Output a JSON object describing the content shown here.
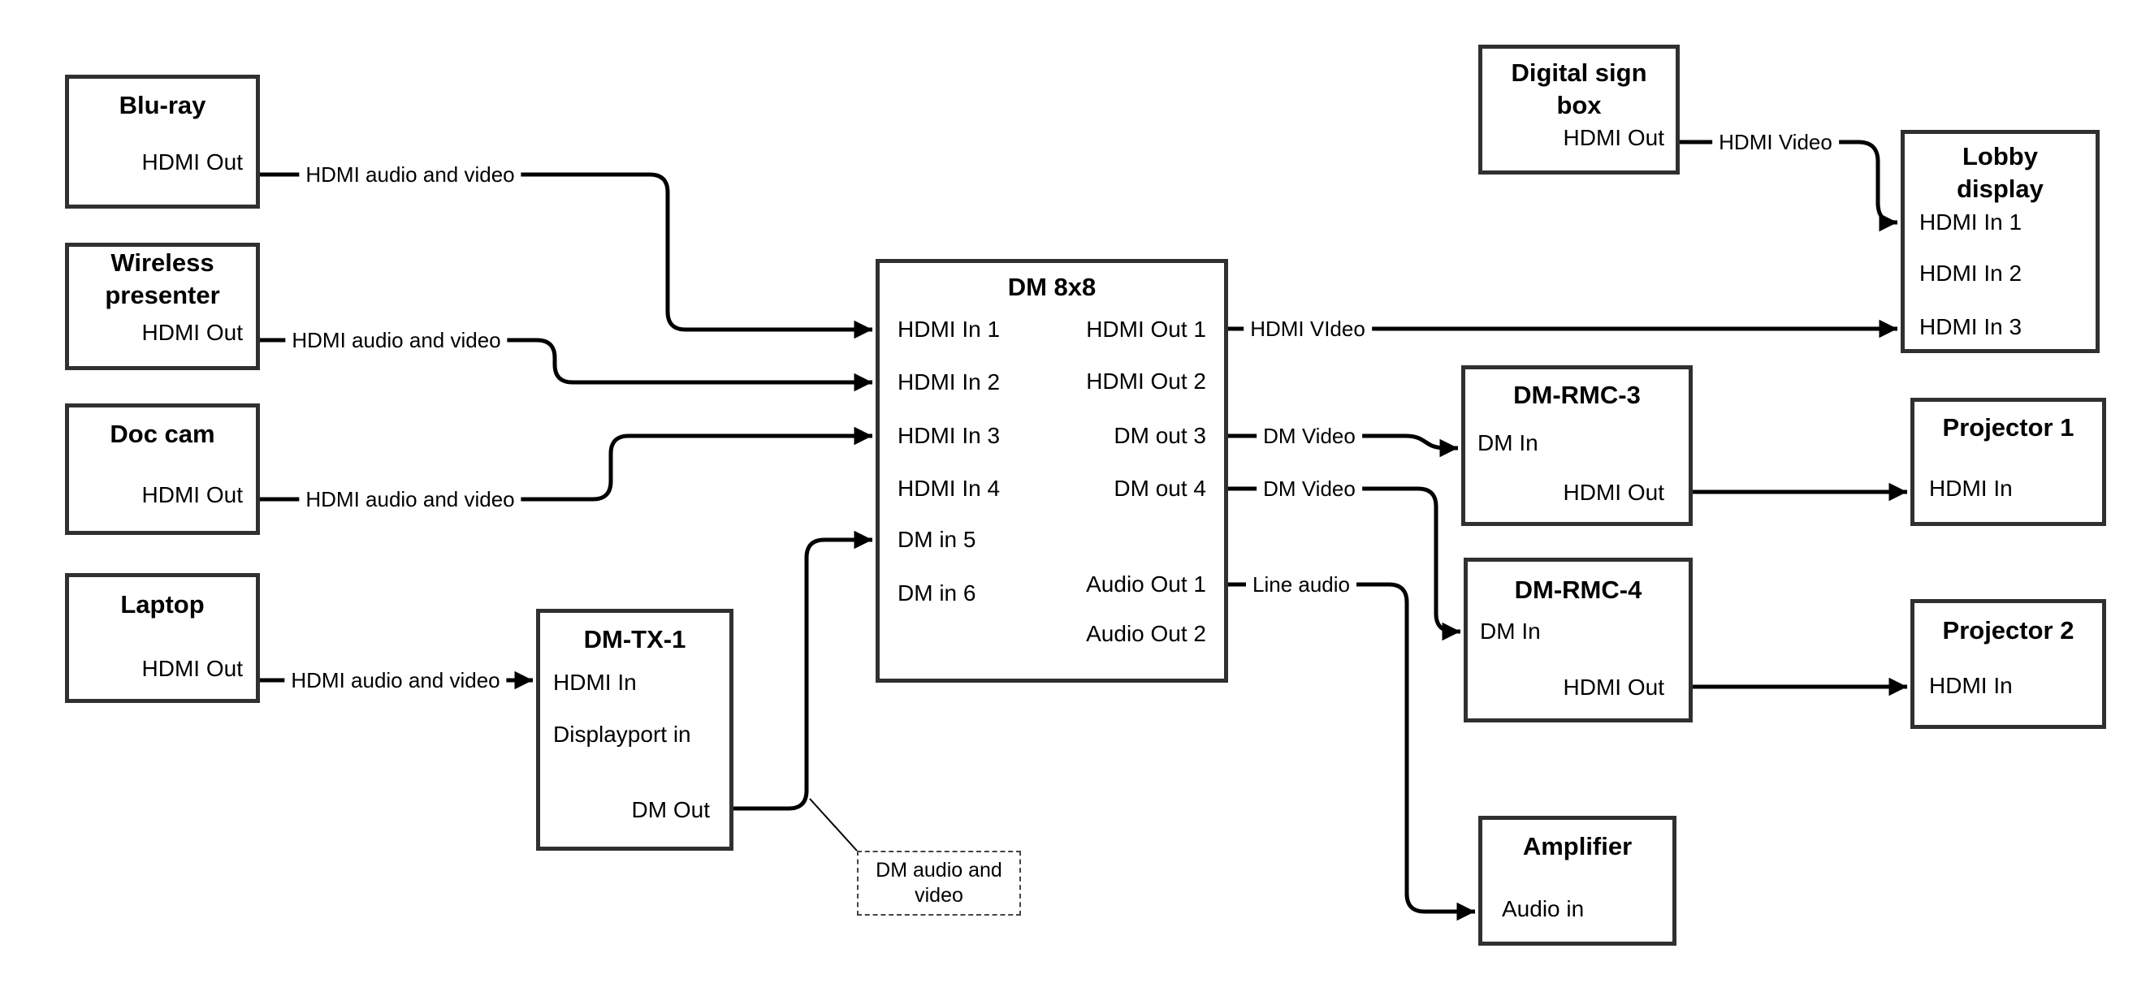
{
  "nodes": {
    "bluray": {
      "title": "Blu-ray",
      "ports": {
        "hdmi_out": "HDMI Out"
      }
    },
    "wireless": {
      "title": "Wireless presenter",
      "ports": {
        "hdmi_out": "HDMI Out"
      }
    },
    "doccam": {
      "title": "Doc cam",
      "ports": {
        "hdmi_out": "HDMI Out"
      }
    },
    "laptop": {
      "title": "Laptop",
      "ports": {
        "hdmi_out": "HDMI Out"
      }
    },
    "dmtx1": {
      "title": "DM-TX-1",
      "ports": {
        "hdmi_in": "HDMI In",
        "dp_in": "Displayport in",
        "dm_out": "DM Out"
      }
    },
    "dm8x8": {
      "title": "DM 8x8",
      "ports": {
        "in1": "HDMI In 1",
        "in2": "HDMI In 2",
        "in3": "HDMI In 3",
        "in4": "HDMI In 4",
        "in5": "DM in 5",
        "in6": "DM in 6",
        "out1": "HDMI Out 1",
        "out2": "HDMI Out 2",
        "out3": "DM out 3",
        "out4": "DM out 4",
        "aout1": "Audio Out 1",
        "aout2": "Audio Out 2"
      }
    },
    "digitalsign": {
      "title": "Digital sign box",
      "ports": {
        "hdmi_out": "HDMI Out"
      }
    },
    "lobby": {
      "title": "Lobby display",
      "ports": {
        "in1": "HDMI In 1",
        "in2": "HDMI In 2",
        "in3": "HDMI In 3"
      }
    },
    "dmrmc3": {
      "title": "DM-RMC-3",
      "ports": {
        "dm_in": "DM In",
        "hdmi_out": "HDMI Out"
      }
    },
    "proj1": {
      "title": "Projector 1",
      "ports": {
        "hdmi_in": "HDMI In"
      }
    },
    "dmrmc4": {
      "title": "DM-RMC-4",
      "ports": {
        "dm_in": "DM In",
        "hdmi_out": "HDMI Out"
      }
    },
    "proj2": {
      "title": "Projector 2",
      "ports": {
        "hdmi_in": "HDMI In"
      }
    },
    "amplifier": {
      "title": "Amplifier",
      "ports": {
        "audio_in": "Audio in"
      }
    }
  },
  "edges": {
    "bluray_line": "HDMI audio and video",
    "wireless_line": "HDMI audio and video",
    "doccam_line": "HDMI audio and video",
    "laptop_line": "HDMI audio and video",
    "hdmi_out1_line": "HDMI VIdeo",
    "digitalsign_line": "HDMI Video",
    "dm_out3_line": "DM Video",
    "dm_out4_line": "DM Video",
    "audio_out1_line": "Line audio"
  },
  "note": {
    "text": "DM audio and video"
  },
  "colors": {
    "line": "#000000",
    "box_border": "#303030",
    "text": "#000000",
    "background": "#ffffff"
  }
}
